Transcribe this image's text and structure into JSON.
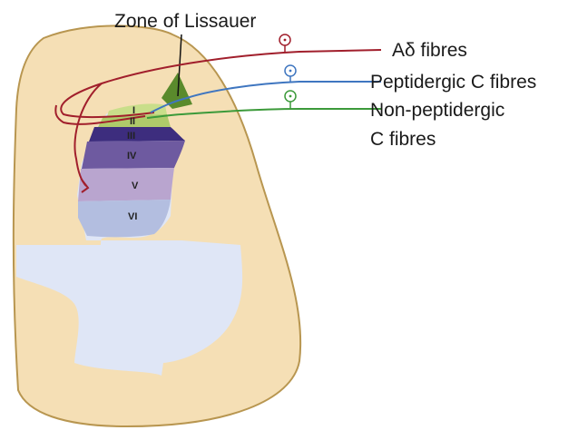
{
  "title": "Zone of Lissauer",
  "laminae": [
    {
      "label": "I",
      "color": "#c9de8a"
    },
    {
      "label": "II",
      "color": "#aeca6a"
    },
    {
      "label": "III",
      "color": "#3d2d7e"
    },
    {
      "label": "IV",
      "color": "#6e5aa0"
    },
    {
      "label": "V",
      "color": "#b9a5cf"
    },
    {
      "label": "VI",
      "color": "#b3bee0"
    }
  ],
  "fibres": [
    {
      "label": "Aδ fibres",
      "color": "#a11f2c"
    },
    {
      "label": "Peptidergic C fibres",
      "color": "#3f76c0"
    },
    {
      "label": "Non-peptidergic",
      "label2": "C fibres",
      "color": "#3c9a3a"
    }
  ],
  "colors": {
    "white_matter": "#f5dfb5",
    "white_matter_outline": "#b89650",
    "grey_matter": "#dfe6f6",
    "lissauer_zone": "#5a8a2c"
  }
}
